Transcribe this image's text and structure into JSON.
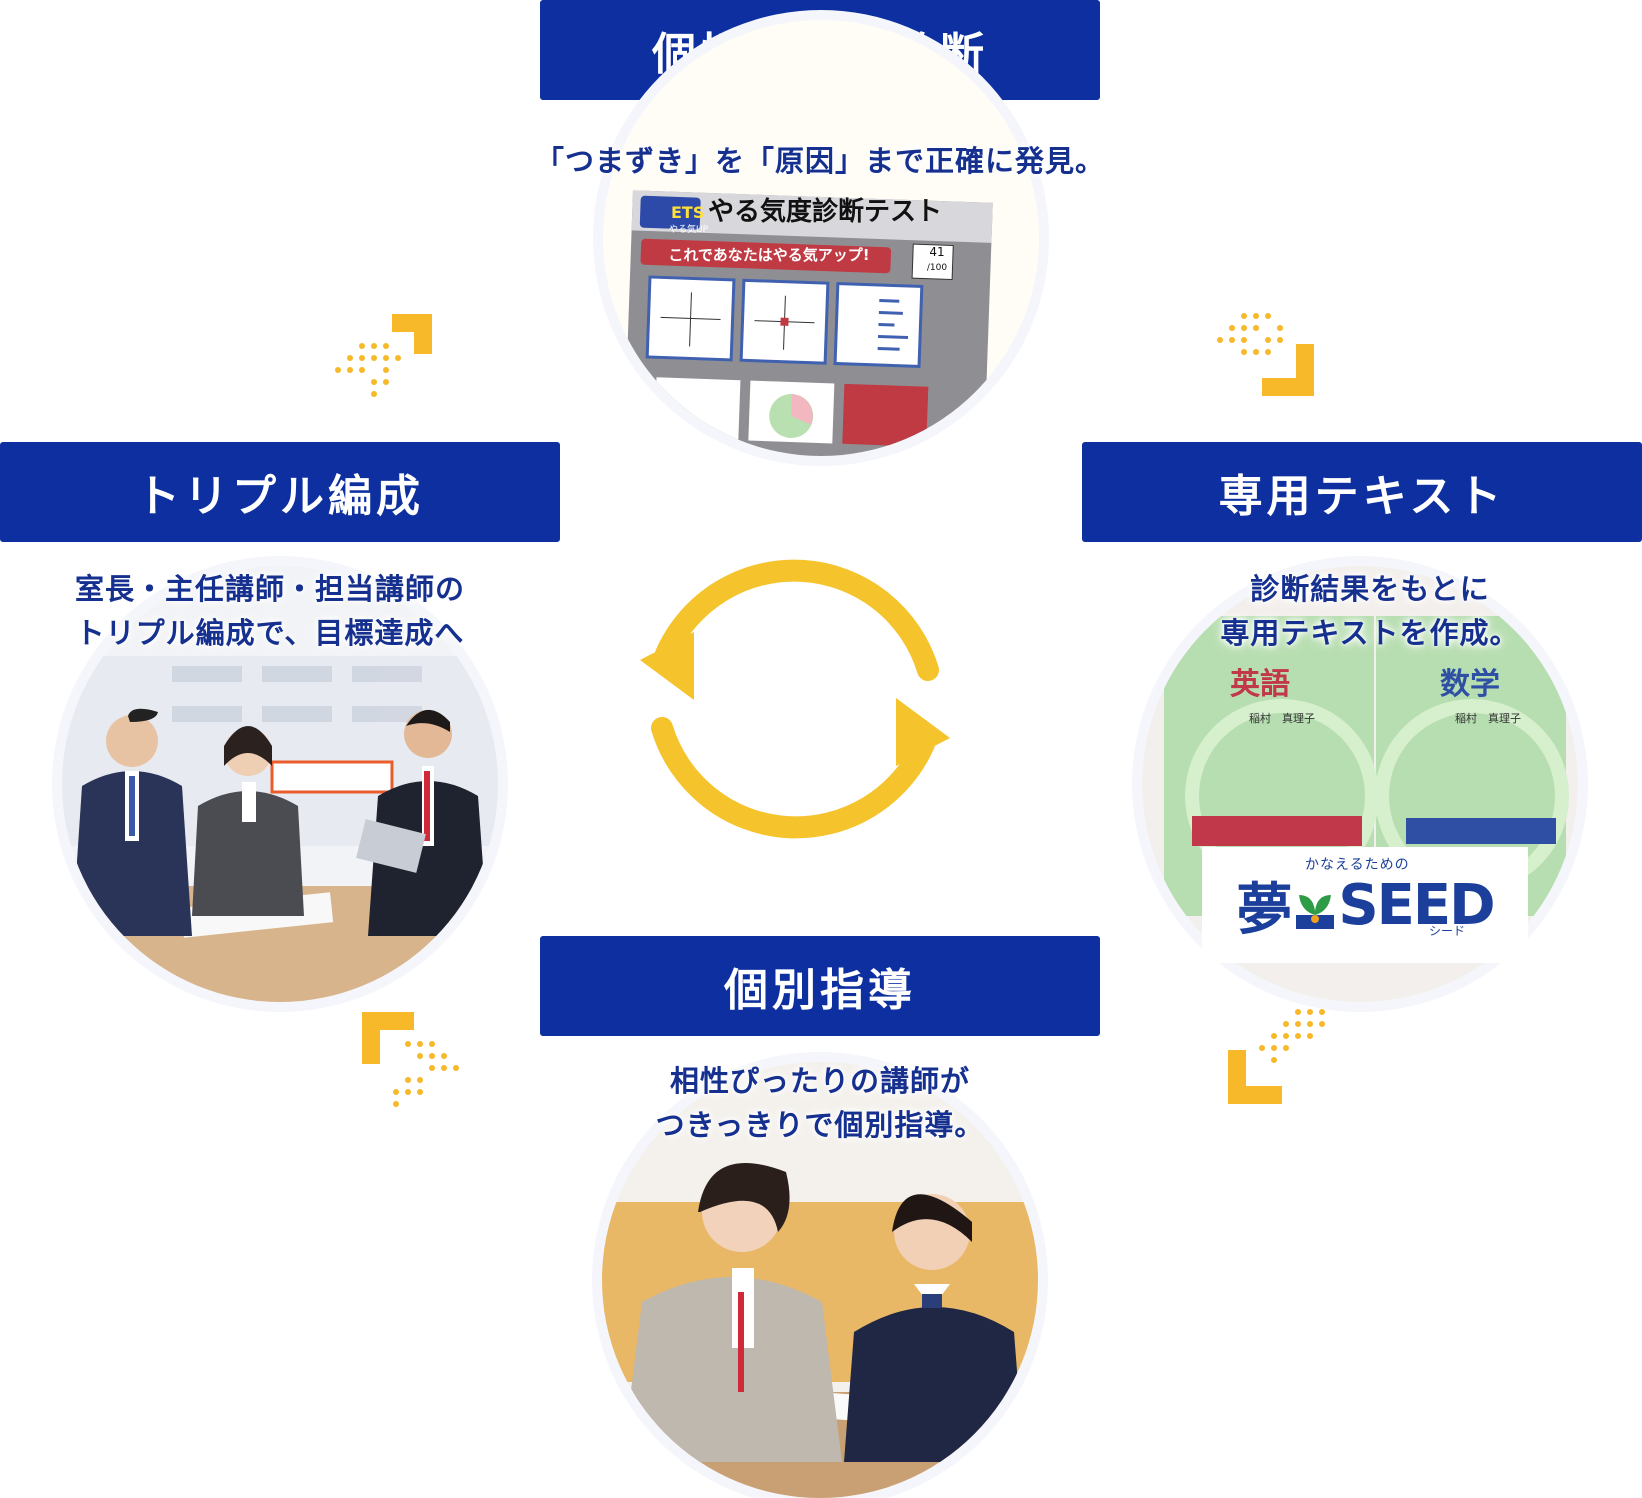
{
  "steps": {
    "diagnosis": {
      "title": "個性・学力診断",
      "caption": "「つまずき」を「原因」まで正確に発見。"
    },
    "text": {
      "title": "専用テキスト",
      "caption_line1": "診断結果をもとに",
      "caption_line2": "専用テキストを作成。"
    },
    "individual": {
      "title": "個別指導",
      "caption_line1": "相性ぴったりの講師が",
      "caption_line2": "つきっきりで個別指導。"
    },
    "triple": {
      "title": "トリプル編成",
      "caption_line1": "室長・主任講師・担当講師の",
      "caption_line2": "トリプル編成で、目標達成へ"
    }
  },
  "images": {
    "test_sheet": {
      "badge": "ETS",
      "badge_sub": "やる気UP",
      "title": "やる気度診断テスト",
      "banner": "これであなたはやる気アップ!",
      "score": "41",
      "score_total": "/100"
    },
    "textbooks": {
      "book1_subject": "英語",
      "book2_subject": "数学",
      "author": "稲村　真理子"
    },
    "seed_logo": {
      "kana": "かなえるための",
      "yume": "夢",
      "word": "SEED",
      "sub": "シード"
    }
  },
  "colors": {
    "navy": "#0d2fa0",
    "text_blue": "#15308f",
    "yellow": "#f5c32c",
    "arrow_yellow": "#f7b82a"
  }
}
